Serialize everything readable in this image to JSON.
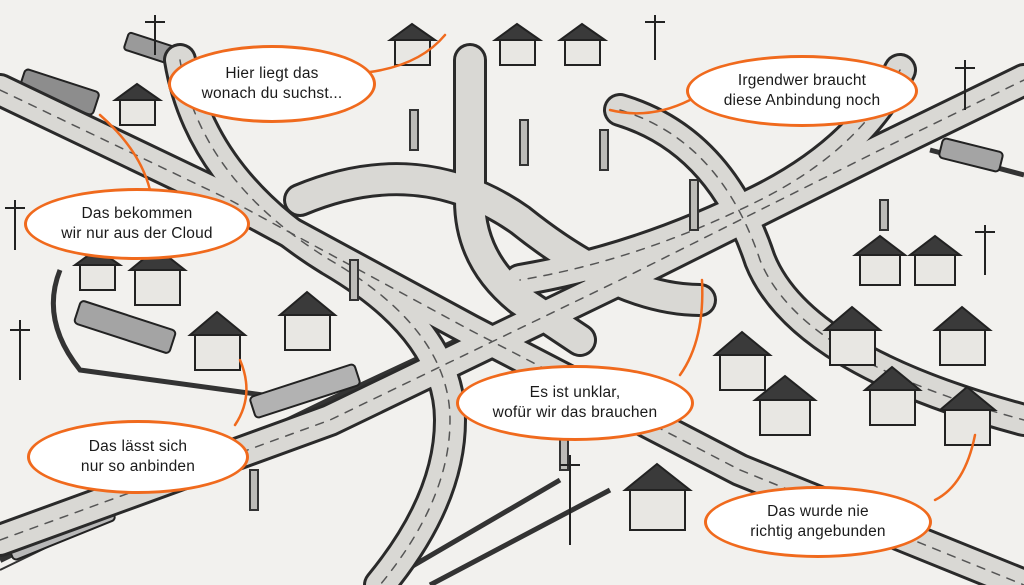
{
  "colors": {
    "bubble_border": "#f06a1d",
    "bubble_fill": "#ffffff",
    "ink": "#1a1a1a",
    "paper": "#f2f1ee"
  },
  "callouts": [
    {
      "id": "top-left",
      "text": "Hier liegt das\nwonach du suchst..."
    },
    {
      "id": "top-right",
      "text": "Irgendwer braucht\ndiese Anbindung noch"
    },
    {
      "id": "mid-left",
      "text": "Das bekommen\nwir nur aus der Cloud"
    },
    {
      "id": "center",
      "text": "Es ist unklar,\nwofür wir das brauchen"
    },
    {
      "id": "bottom-left",
      "text": "Das lässt sich\nnur so anbinden"
    },
    {
      "id": "bottom-right",
      "text": "Das wurde nie\nrichtig angebunden"
    }
  ]
}
